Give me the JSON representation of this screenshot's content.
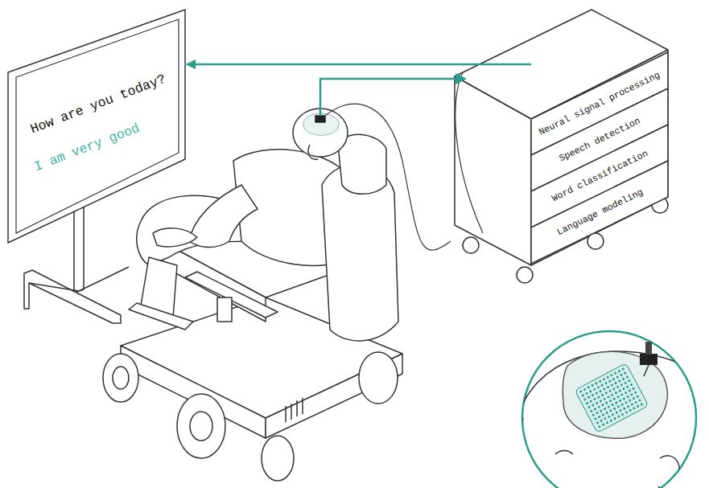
{
  "diagram": {
    "nodes": [
      {
        "text": [
          "How are you today?",
          "I am very good"
        ]
      },
      {
        "text": [
          "Neural signal processing"
        ]
      },
      {
        "text": [
          "Speech detection"
        ]
      },
      {
        "text": [
          "Word classification"
        ]
      },
      {
        "text": [
          "Language modeling"
        ]
      }
    ],
    "edges": [
      {
        "from": 1,
        "to": 0,
        "arrow": "to"
      }
    ]
  }
}
